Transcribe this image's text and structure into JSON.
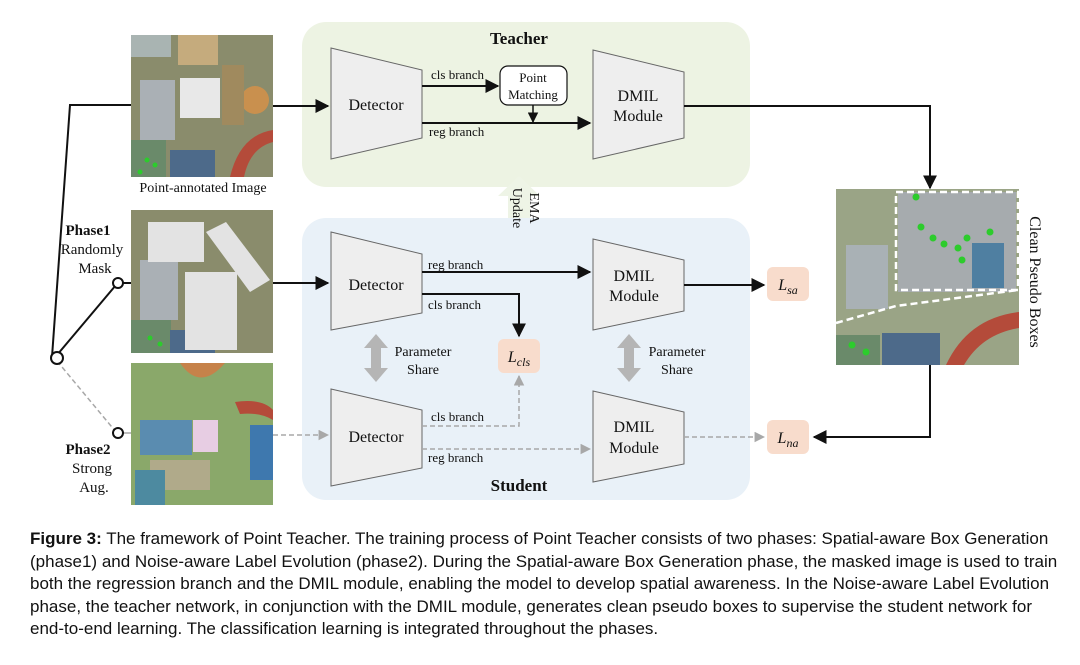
{
  "panels": {
    "teacher_title": "Teacher",
    "student_title": "Student"
  },
  "images": {
    "point_annotated_label": "Point-annotated Image",
    "phase1_title": "Phase1",
    "phase1_line1": "Randomly",
    "phase1_line2": "Mask",
    "phase2_title": "Phase2",
    "phase2_line1": "Strong",
    "phase2_line2": "Aug.",
    "clean_pseudo_boxes_label": "Clean Pseudo Boxes"
  },
  "modules": {
    "detector": "Detector",
    "dmil_line1": "DMIL",
    "dmil_line2": "Module",
    "point_matching_line1": "Point",
    "point_matching_line2": "Matching"
  },
  "branches": {
    "cls": "cls branch",
    "reg": "reg branch"
  },
  "ema": {
    "line1": "EMA",
    "line2": "Update"
  },
  "param_share": {
    "line1": "Parameter",
    "line2": "Share"
  },
  "losses": {
    "l_sa_main": "L",
    "l_sa_sub": "sa",
    "l_cls_main": "L",
    "l_cls_sub": "cls",
    "l_na_main": "L",
    "l_na_sub": "na"
  },
  "caption": {
    "label": "Figure 3:",
    "text": "The framework of Point Teacher. The training process of Point Teacher consists of two phases: Spatial-aware Box Generation (phase1) and Noise-aware Label Evolution (phase2). During the Spatial-aware Box Generation phase, the masked image is used to train both the regression branch and the DMIL module, enabling the model to develop spatial awareness. In the Noise-aware Label Evolution phase, the teacher network, in conjunction with the DMIL module, generates clean pseudo boxes to supervise the student network for end-to-end learning. The classification learning is integrated throughout the phases."
  },
  "colors": {
    "teacher_bg": "#edf3e3",
    "student_bg": "#e9f1f8",
    "loss_bg": "#f8dccc",
    "module_fill": "#eeeeee",
    "arrow_solid": "#111111",
    "arrow_dashed": "#a8a8a8"
  }
}
